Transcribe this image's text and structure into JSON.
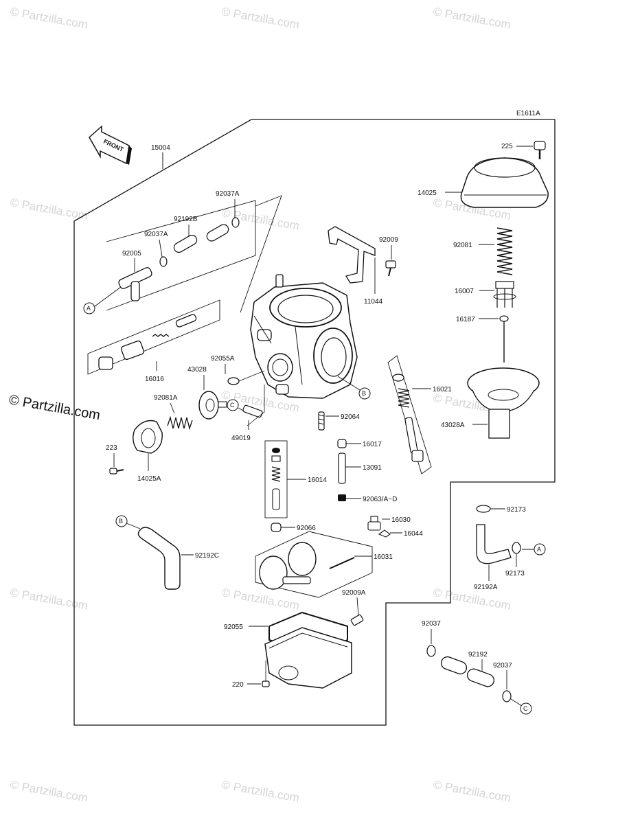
{
  "diagram": {
    "code": "E1611A",
    "front_label": "FRONT",
    "watermark": "© Partzilla.com",
    "part_labels": {
      "p15004": "15004",
      "p225": "225",
      "p14025": "14025",
      "p92037A_top": "92037A",
      "p92192B": "92192B",
      "p92037A_left": "92037A",
      "p92005": "92005",
      "p92009": "92009",
      "p92081": "92081",
      "p11044": "11044",
      "p16007": "16007",
      "p16187": "16187",
      "p16016": "16016",
      "p92055A": "92055A",
      "p43028": "43028",
      "p16021": "16021",
      "p92081A": "92081A",
      "p43028A": "43028A",
      "p92064": "92064",
      "p49019": "49019",
      "p223": "223",
      "p16017": "16017",
      "p13091": "13091",
      "p16014": "16014",
      "p14025A": "14025A",
      "p92063": "92063/A~D",
      "p92173_top": "92173",
      "p16030": "16030",
      "p92066": "92066",
      "p16044": "16044",
      "p92192C": "92192C",
      "p16031": "16031",
      "p92173_bottom": "92173",
      "p92192A": "92192A",
      "p92009A": "92009A",
      "p92055": "92055",
      "p92037_left": "92037",
      "p92192": "92192",
      "p92037_right": "92037",
      "p220": "220"
    },
    "callouts": {
      "a1": "A",
      "b1": "B",
      "c1": "C",
      "b2": "B",
      "a2": "A",
      "c2": "C"
    }
  }
}
